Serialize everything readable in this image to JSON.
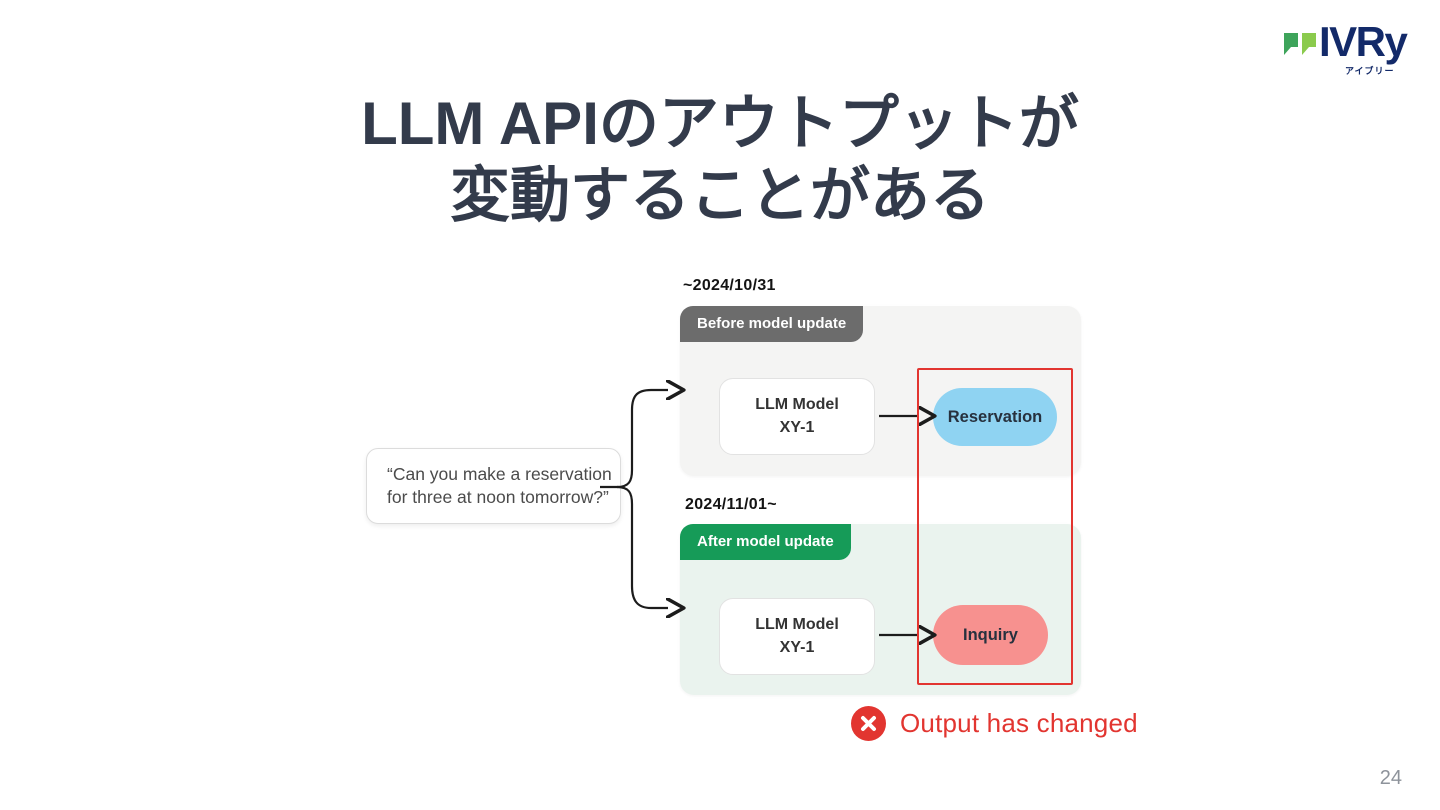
{
  "slide": {
    "title_line1": "LLM APIのアウトプットが",
    "title_line2": "変動することがある",
    "page_number": "24",
    "background": "#ffffff",
    "title_color": "#333b4b"
  },
  "logo": {
    "brand": "IVRy",
    "subtext": "アイブリー",
    "navy": "#132a69",
    "green_dark": "#3ea45b",
    "green_light": "#8bcb4d"
  },
  "bubble": {
    "line1": "“Can you make a reservation",
    "line2": "for three at noon tomorrow?”"
  },
  "before_panel": {
    "date_label": "~2024/10/31",
    "badge": "Before model update",
    "badge_color": "#6c6c6c",
    "panel_bg": "#f4f4f3",
    "model_line1": "LLM Model",
    "model_line2": "XY-1",
    "output": "Reservation",
    "output_bg": "#8fd3f2"
  },
  "after_panel": {
    "date_label": "2024/11/01~",
    "badge": "After model update",
    "badge_color": "#169b58",
    "panel_bg": "#eaf3ee",
    "model_line1": "LLM Model",
    "model_line2": "XY-1",
    "output": "Inquiry",
    "output_bg": "#f7918f"
  },
  "callout": {
    "text": "Output has changed",
    "color": "#e23530",
    "icon": "x-circle-icon"
  },
  "highlight": {
    "border_color": "#e23530"
  }
}
